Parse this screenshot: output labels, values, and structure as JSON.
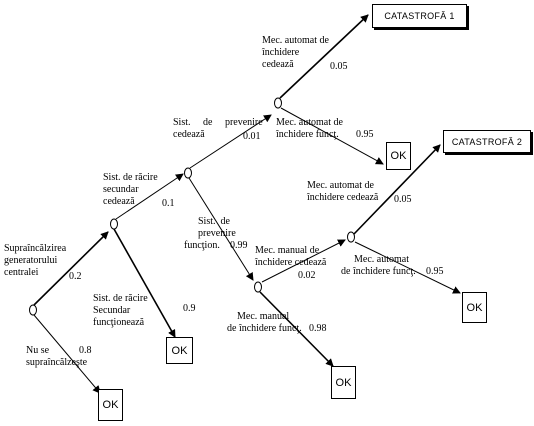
{
  "nodes": {
    "root_event": "Supraîncălzirea generatorului centralei",
    "root_event_lines": [
      "Supraîncălzirea",
      "generatorului",
      "centralei"
    ],
    "root_prob": "0.2",
    "no_overheat_lines": [
      "Nu se",
      "supraîncălzeşte"
    ],
    "no_overheat_prob": "0.8",
    "secondary_fail_lines": [
      "Sist. de răcire",
      "secundar",
      "cedează"
    ],
    "secondary_fail_prob": "0.1",
    "secondary_ok_lines": [
      "Sist. de răcire",
      "Secundar",
      "funcţionează"
    ],
    "secondary_ok_prob": "0.9",
    "prevent_fail_lines": [
      "Sist.     de     prevenire",
      "cedează"
    ],
    "prevent_fail_prob": "0.01",
    "prevent_ok_lines": [
      "Sist.  de",
      "prevenire",
      "funcţion."
    ],
    "prevent_ok_prob": "0.99",
    "auto1_fail_lines": [
      "Mec. automat de",
      "închidere",
      "cedează"
    ],
    "auto1_fail_prob": "0.05",
    "auto1_ok_lines": [
      "Mec. automat de",
      "închidere funcţ."
    ],
    "auto1_ok_prob": "0.95",
    "manual_fail_lines": [
      "Mec. manual de",
      "închidere cedează"
    ],
    "manual_fail_prob": "0.02",
    "manual_ok_lines": [
      "Mec. manual",
      "de închidere funcţ."
    ],
    "manual_ok_prob": "0.98",
    "auto2_fail_lines": [
      "Mec. automat de",
      "închidere cedează"
    ],
    "auto2_fail_prob": "0.05",
    "auto2_ok_lines": [
      "Mec. automat",
      "de închidere funcţ."
    ],
    "auto2_ok_prob": "0.95"
  },
  "outcomes": {
    "catastrophe_1": "CATASTROFĂ 1",
    "catastrophe_2": "CATASTROFĂ 2",
    "ok": "OK"
  }
}
